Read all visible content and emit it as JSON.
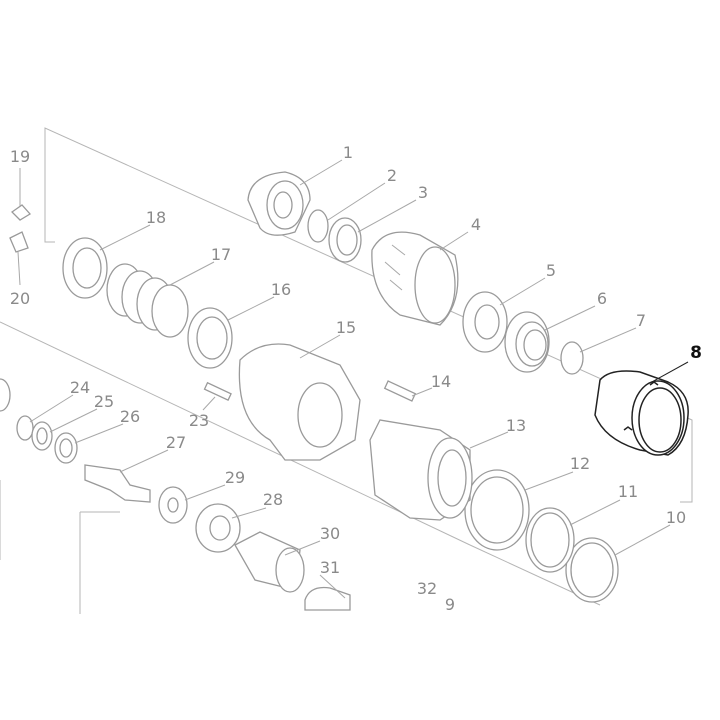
{
  "diagram": {
    "highlighted_part": "8",
    "labels": [
      "1",
      "2",
      "3",
      "4",
      "5",
      "6",
      "7",
      "8",
      "9",
      "10",
      "11",
      "12",
      "13",
      "14",
      "15",
      "16",
      "17",
      "18",
      "19",
      "20",
      "23",
      "24",
      "25",
      "26",
      "27",
      "28",
      "29",
      "30",
      "31",
      "32"
    ],
    "colors": {
      "part_outline": "#9a9a9a",
      "label": "#8a8a8a",
      "highlight": "#111111"
    }
  }
}
